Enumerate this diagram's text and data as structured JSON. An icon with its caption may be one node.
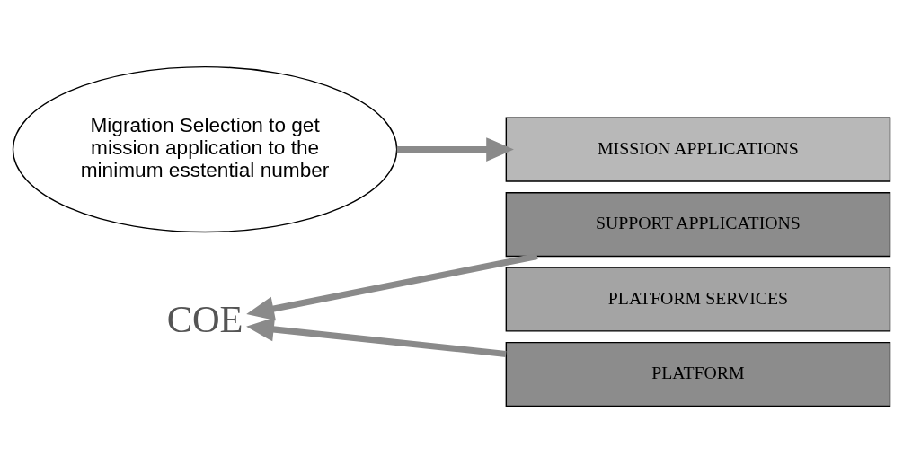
{
  "diagram": {
    "nodes": [
      {
        "text": [
          "Migration Selection to get mission application to the minimum esstential number"
        ]
      },
      {
        "text": [
          "MISSION APPLICATIONS"
        ]
      },
      {
        "text": [
          "SUPPORT APPLICATIONS"
        ]
      },
      {
        "text": [
          "PLATFORM SERVICES"
        ]
      },
      {
        "text": [
          "PLATFORM"
        ]
      },
      {
        "text": [
          "COE"
        ]
      }
    ],
    "edges": [
      {
        "from": 0,
        "to": 1,
        "arrow": "to"
      },
      {
        "from": 2,
        "to": 5,
        "arrow": "to"
      },
      {
        "from": 4,
        "to": 5,
        "arrow": "to"
      }
    ]
  }
}
